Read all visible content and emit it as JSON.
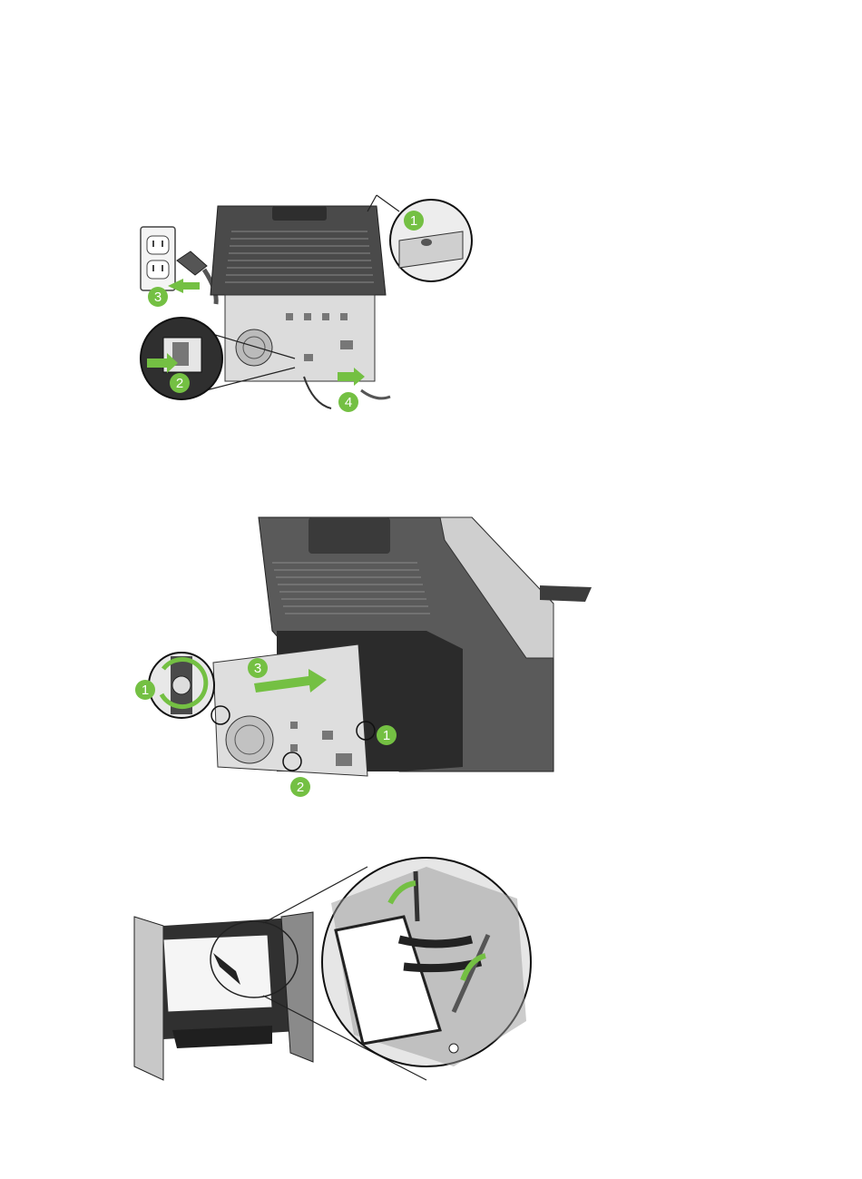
{
  "figures": [
    {
      "callouts": [
        "1",
        "2",
        "3",
        "4"
      ]
    },
    {
      "callouts": [
        "1",
        "1",
        "2",
        "3"
      ]
    },
    {
      "callouts": []
    }
  ],
  "colors": {
    "callout_green": "#74c043",
    "device_dark": "#3a3a3a",
    "device_mid": "#7d7d7d",
    "device_light": "#d9d9d9",
    "panel_silver": "#bdbdbd"
  }
}
